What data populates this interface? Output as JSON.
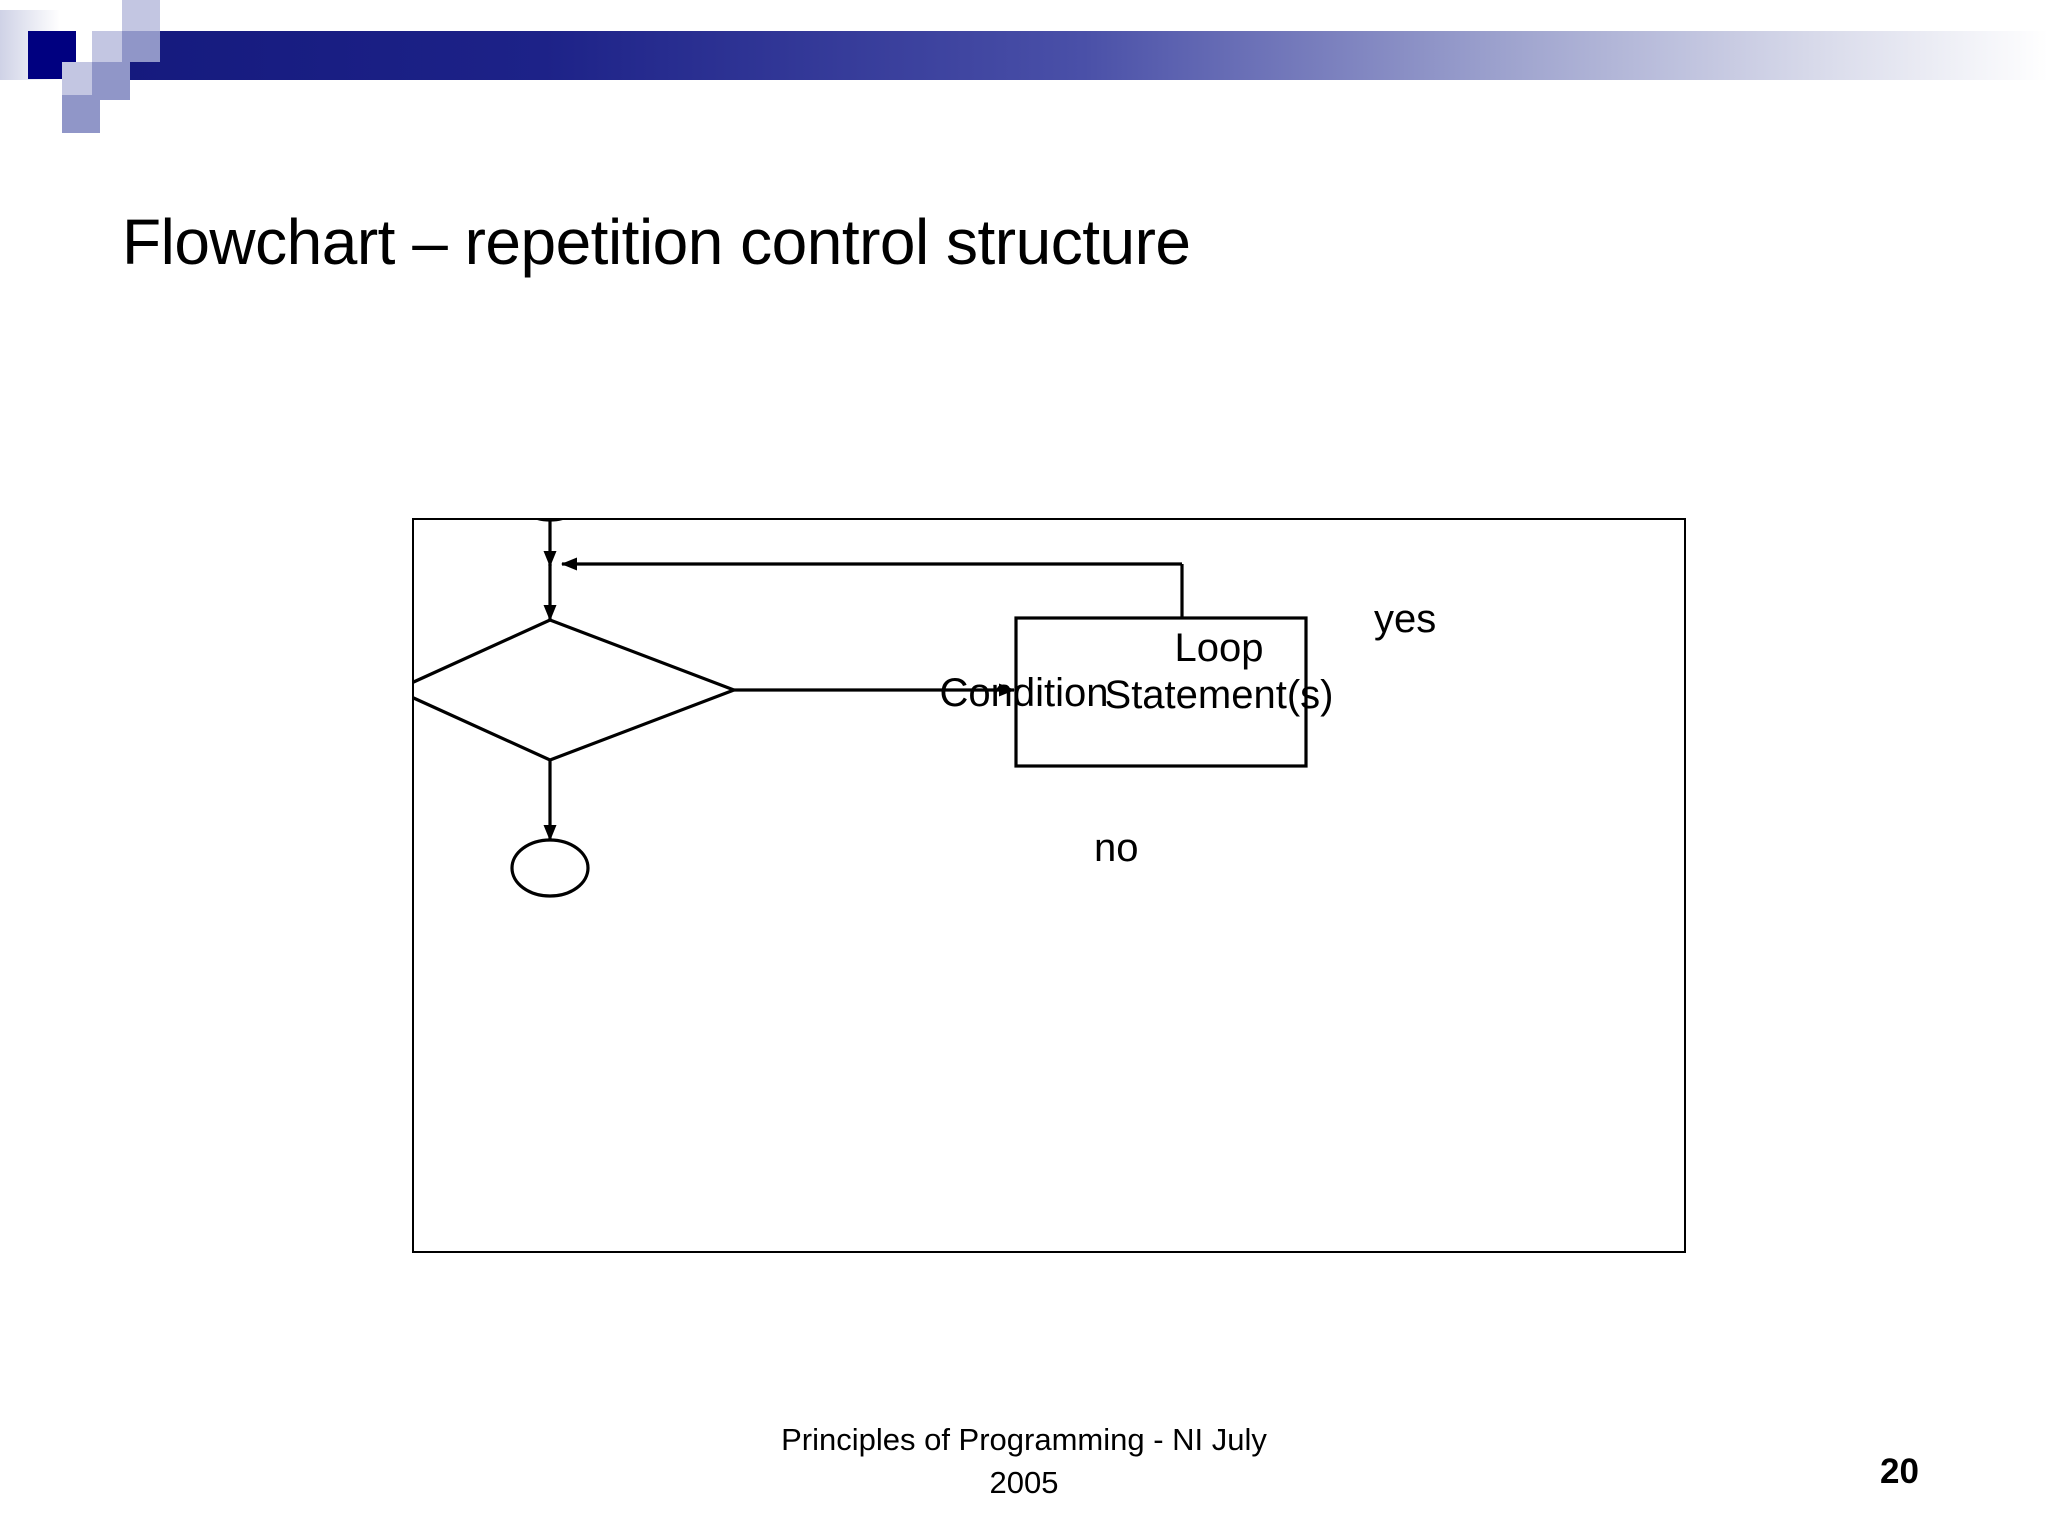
{
  "slide": {
    "title": "Flowchart – repetition control structure",
    "page_number": "20",
    "footer_line1": "Principles of Programming - NI July",
    "footer_line2": "2005"
  },
  "theme": {
    "band_dark": "#000080",
    "band_mid": "#9096c8",
    "band_light": "#c3c6e2",
    "band_pale": "#dcdeef",
    "text": "#000000",
    "stroke": "#000000",
    "background": "#ffffff"
  },
  "diagram": {
    "type": "flowchart",
    "nodes": [
      {
        "id": "start",
        "shape": "oval",
        "label": ""
      },
      {
        "id": "condition",
        "shape": "diamond",
        "label": "Condition"
      },
      {
        "id": "loop_statements",
        "shape": "rectangle",
        "label": "Loop\nStatement(s)"
      },
      {
        "id": "end",
        "shape": "oval",
        "label": ""
      }
    ],
    "edges": [
      {
        "from": "start",
        "to": "condition",
        "label": ""
      },
      {
        "from": "condition",
        "to": "loop_statements",
        "label": "yes"
      },
      {
        "from": "loop_statements",
        "to": "condition",
        "label": ""
      },
      {
        "from": "condition",
        "to": "end",
        "label": "no"
      }
    ],
    "labels": {
      "condition": "Condition",
      "loop_line1": "Loop",
      "loop_line2": "Statement(s)",
      "yes": "yes",
      "no": "no"
    }
  }
}
